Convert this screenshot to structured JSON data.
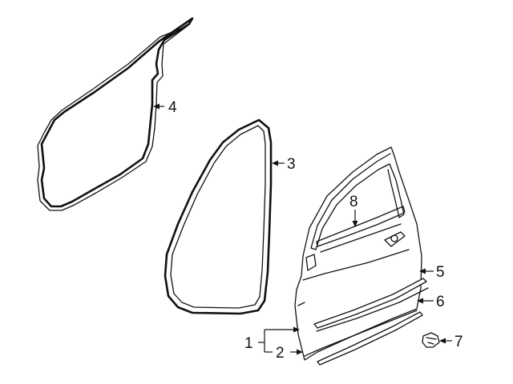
{
  "callouts": {
    "c1": "1",
    "c2": "2",
    "c3": "3",
    "c4": "4",
    "c5": "5",
    "c6": "6",
    "c7": "7",
    "c8": "8"
  },
  "parts": [
    {
      "callout": "1",
      "icon": "door-shell-icon"
    },
    {
      "callout": "2",
      "icon": "lower-door-seal-icon"
    },
    {
      "callout": "3",
      "icon": "door-weatherstrip-icon"
    },
    {
      "callout": "4",
      "icon": "body-opening-weatherstrip-icon"
    },
    {
      "callout": "5",
      "icon": "body-side-molding-icon"
    },
    {
      "callout": "6",
      "icon": "lower-molding-strip-icon"
    },
    {
      "callout": "7",
      "icon": "molding-clip-icon"
    },
    {
      "callout": "8",
      "icon": "upper-belt-molding-icon"
    }
  ]
}
